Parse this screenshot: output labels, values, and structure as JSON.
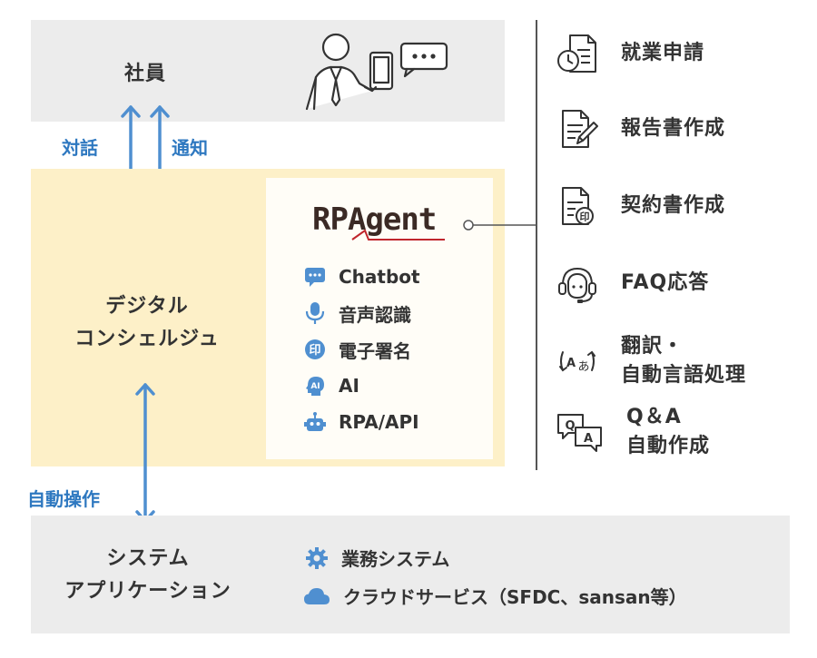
{
  "employee": {
    "label": "社員"
  },
  "arrows": {
    "dialog": "対話",
    "notify": "通知",
    "auto_operation": "自動操作"
  },
  "concierge": {
    "line1": "デジタル",
    "line2": "コンシェルジュ"
  },
  "rpagent": {
    "logo": "RPAgent",
    "items": [
      {
        "label": "Chatbot",
        "icon": "chat-icon"
      },
      {
        "label": "音声認識",
        "icon": "microphone-icon"
      },
      {
        "label": "電子署名",
        "icon": "seal-icon"
      },
      {
        "label": "AI",
        "icon": "ai-head-icon"
      },
      {
        "label": "RPA/API",
        "icon": "robot-icon"
      }
    ]
  },
  "tasks": [
    {
      "line1": "就業申請",
      "line2": "",
      "icon": "timesheet-icon"
    },
    {
      "line1": "報告書作成",
      "line2": "",
      "icon": "report-pen-icon"
    },
    {
      "line1": "契約書作成",
      "line2": "",
      "icon": "contract-seal-icon"
    },
    {
      "line1": "FAQ応答",
      "line2": "",
      "icon": "headset-icon"
    },
    {
      "line1": "翻訳・",
      "line2": "自動言語処理",
      "icon": "translate-icon"
    },
    {
      "line1": "Q＆A",
      "line2": "自動作成",
      "icon": "qa-icon"
    }
  ],
  "system": {
    "line1": "システム",
    "line2": "アプリケーション",
    "items": [
      {
        "label": "業務システム",
        "icon": "gear-icon"
      },
      {
        "label": "クラウドサービス（SFDC、sansan等）",
        "icon": "cloud-icon"
      }
    ]
  },
  "colors": {
    "blue": "#4f8fd0",
    "gray_box": "#ececec",
    "yellow_box": "#fdf0c8",
    "logo_red": "#c0262d",
    "logo_dark": "#3b2a25"
  }
}
